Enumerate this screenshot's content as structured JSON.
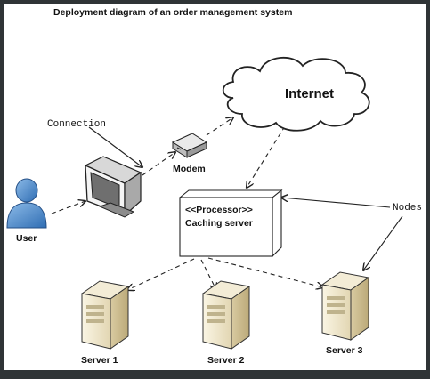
{
  "diagram": {
    "title": "Deployment diagram of an order management system",
    "labels": {
      "connection": "Connection",
      "modem": "Modem",
      "internet": "Internet",
      "user": "User",
      "nodes": "Nodes",
      "processor_stereotype": "<<Processor>>",
      "caching_server": "Caching server",
      "server1": "Server 1",
      "server2": "Server 2",
      "server3": "Server 3"
    },
    "colors": {
      "frame": "#2f3436",
      "background": "#ffffff",
      "line": "#222222",
      "user_blue": "#3f7fc6",
      "server_body": "#efe6c8"
    }
  }
}
